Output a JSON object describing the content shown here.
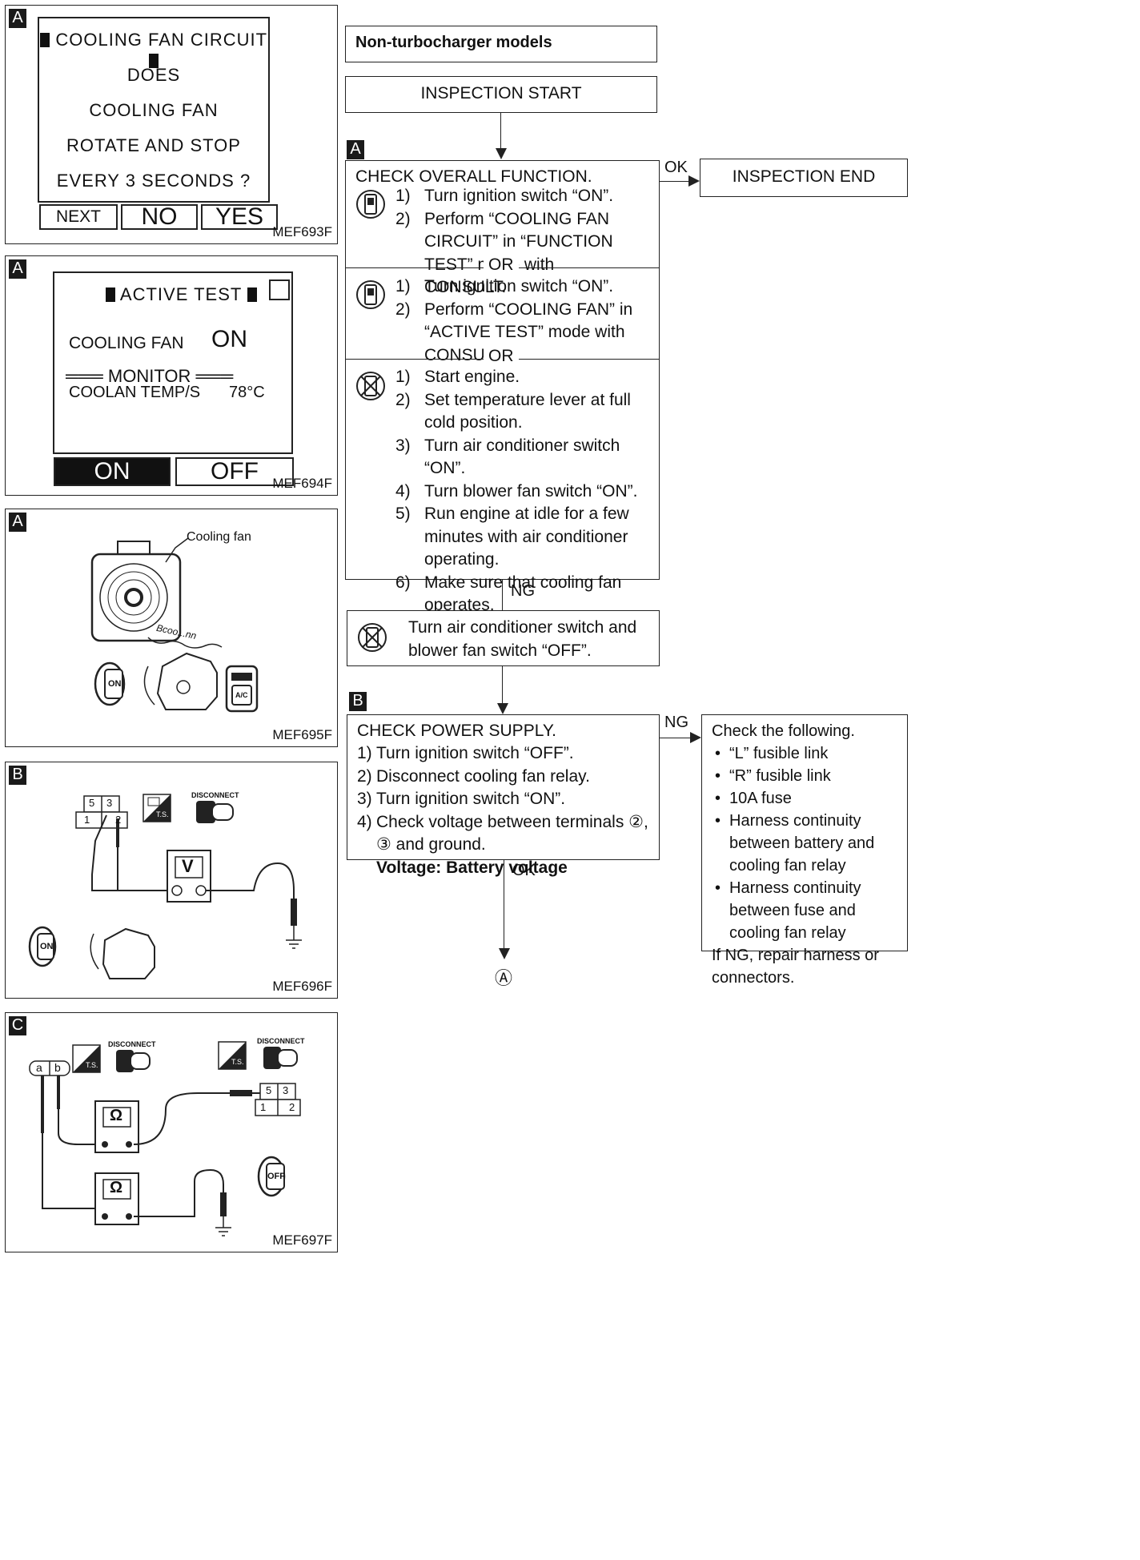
{
  "panel_codes": {
    "p1": "MEF693F",
    "p2": "MEF694F",
    "p3": "MEF695F",
    "p4": "MEF696F",
    "p5": "MEF697F"
  },
  "panel_letters": {
    "p1": "A",
    "p2": "A",
    "p3": "A",
    "p4": "B",
    "p5": "C"
  },
  "consult_screen_1": {
    "title": "COOLING FAN CIRCUIT",
    "lines": [
      "DOES",
      "COOLING FAN",
      "ROTATE AND STOP",
      "EVERY 3 SECONDS ?"
    ],
    "buttons": [
      "NEXT",
      "NO",
      "YES"
    ]
  },
  "consult_screen_2": {
    "title": "ACTIVE TEST",
    "item_label": "COOLING FAN",
    "item_value": "ON",
    "monitor_label": "MONITOR",
    "monitor_item": "COOLAN TEMP/S",
    "monitor_value": "78°C",
    "buttons": [
      "ON",
      "OFF"
    ]
  },
  "panel3": {
    "callout": "Cooling fan",
    "sound": "Bcoo...nn",
    "ignition": "ON",
    "ac_label": "A/C"
  },
  "panel4": {
    "connector_pins": [
      "5",
      "3",
      "1",
      "2"
    ],
    "disconnect": "DISCONNECT",
    "ts": "T.S.",
    "meter": "V",
    "ignition": "ON"
  },
  "panel5": {
    "connector_ab": [
      "a",
      "b"
    ],
    "connector_pins": [
      "5",
      "3",
      "1",
      "2"
    ],
    "disconnect_1": "DISCONNECT",
    "disconnect_2": "DISCONNECT",
    "ts_1": "T.S.",
    "ts_2": "T.S.",
    "meter": "Ω",
    "ignition": "OFF"
  },
  "flow": {
    "model_title": "Non-turbocharger models",
    "start": "INSPECTION START",
    "section_a": "A",
    "section_b": "B",
    "check_overall": "CHECK OVERALL FUNCTION.",
    "method1": [
      {
        "n": "1)",
        "t": "Turn ignition switch “ON”."
      },
      {
        "n": "2)",
        "t": "Perform “COOLING FAN CIRCUIT” in “FUNCTION TEST” mode with CONSULT."
      }
    ],
    "or_1": "OR",
    "method2": [
      {
        "n": "1)",
        "t": "Turn ignition switch “ON”."
      },
      {
        "n": "2)",
        "t": "Perform “COOLING FAN” in “ACTIVE TEST” mode with CONSULT."
      }
    ],
    "or_2": "OR",
    "method3": [
      {
        "n": "1)",
        "t": "Start engine."
      },
      {
        "n": "2)",
        "t": "Set temperature lever at full cold position."
      },
      {
        "n": "3)",
        "t": "Turn air conditioner switch “ON”."
      },
      {
        "n": "4)",
        "t": "Turn blower fan switch “ON”."
      },
      {
        "n": "5)",
        "t": "Run engine at idle for a few minutes with air conditioner operating."
      },
      {
        "n": "6)",
        "t": "Make sure that cooling fan operates."
      }
    ],
    "ok_1": "OK",
    "end": "INSPECTION END",
    "ng_1": "NG",
    "turn_off": "Turn air conditioner switch and blower fan switch “OFF”.",
    "check_power": "CHECK POWER SUPPLY.",
    "power_steps": [
      {
        "n": "1)",
        "t": "Turn ignition switch “OFF”."
      },
      {
        "n": "2)",
        "t": "Disconnect cooling fan relay."
      },
      {
        "n": "3)",
        "t": "Turn ignition switch “ON”."
      },
      {
        "n": "4)",
        "t": "Check voltage between terminals ②, ③ and ground."
      }
    ],
    "power_voltage": "Voltage: Battery voltage",
    "ng_2": "NG",
    "ok_2": "OK",
    "check_following_title": "Check the following.",
    "check_following_items": [
      "“L” fusible link",
      "“R” fusible link",
      "10A fuse",
      "Harness continuity between battery and cooling fan relay",
      "Harness continuity between fuse and cooling fan relay"
    ],
    "check_following_footer": "If NG, repair harness or connectors.",
    "connector_mark": "Ⓐ"
  }
}
